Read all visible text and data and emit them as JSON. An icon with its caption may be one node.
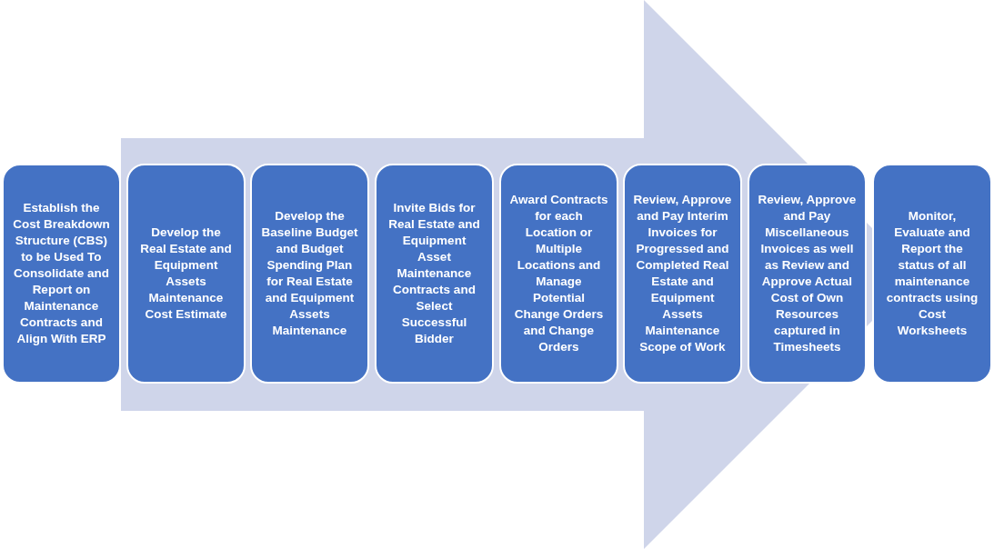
{
  "diagram": {
    "nodes": [
      {
        "text": [],
        "shape": "arrow"
      },
      {
        "text": [
          "Establish the Cost Breakdown Structure (CBS) to be Used To Consolidate and Report on Maintenance Contracts and Align With ERP"
        ]
      },
      {
        "text": [
          "Develop the Real Estate and Equipment Assets Maintenance Cost Estimate"
        ],
        "in": 0
      },
      {
        "text": [
          "Develop the Baseline Budget and Budget Spending Plan for Real Estate and Equipment Assets Maintenance"
        ],
        "in": 0
      },
      {
        "text": [
          "Invite Bids for Real Estate and Equipment Asset Maintenance Contracts and Select Successful Bidder"
        ],
        "in": 0
      },
      {
        "text": [
          "Award Contracts for each Location or Multiple Locations and Manage Potential Change Orders and Change Orders"
        ],
        "in": 0
      },
      {
        "text": [
          "Review, Approve and Pay Interim Invoices for Progressed and Completed Real Estate and Equipment Assets Maintenance Scope of Work"
        ],
        "in": 0
      },
      {
        "text": [
          "Review, Approve and Pay Miscellaneous Invoices as well as Review and Approve Actual Cost of Own Resources captured in Timesheets"
        ],
        "in": 0
      },
      {
        "text": [
          "Monitor, Evaluate and Report the status of all maintenance contracts using Cost Worksheets"
        ]
      }
    ]
  }
}
